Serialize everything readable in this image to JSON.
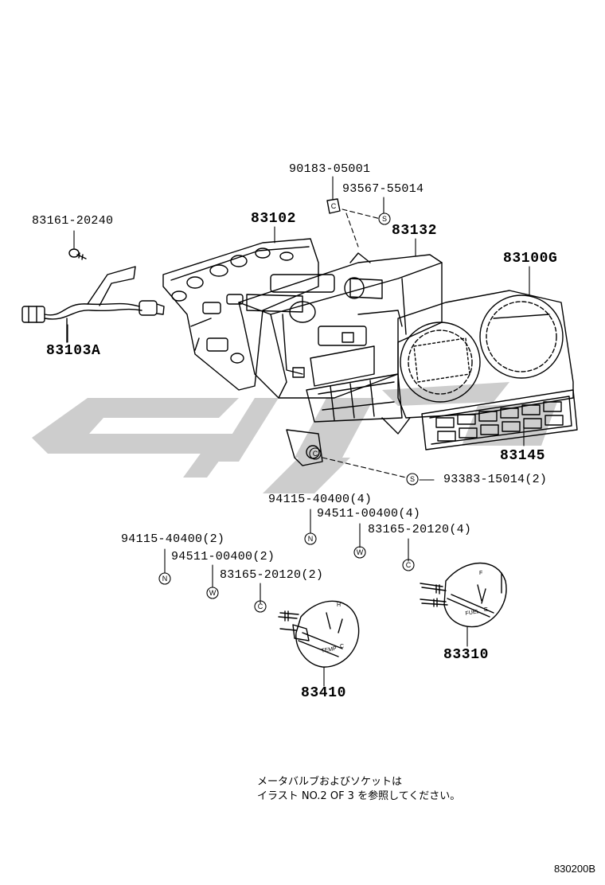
{
  "labels": {
    "p90183_05001": "90183-05001",
    "p93567_55014": "93567-55014",
    "p83161_20240": "83161-20240",
    "p83102": "83102",
    "p83132": "83132",
    "p83100g": "83100G",
    "p83103a": "83103A",
    "p83145": "83145",
    "p93383_15014": "93383-15014(2)",
    "p94115_4": "94115-40400(4)",
    "p94511_4": "94511-00400(4)",
    "p83165_4": "83165-20120(4)",
    "p94115_2": "94115-40400(2)",
    "p94511_2": "94511-00400(2)",
    "p83165_2": "83165-20120(2)",
    "p83310": "83310",
    "p83410": "83410"
  },
  "symbols": {
    "s": "S",
    "c": "C",
    "n": "N",
    "w": "W"
  },
  "gauge_marks": {
    "fuel_text": "FUEL",
    "fuel_f": "F",
    "fuel_e": "E",
    "temp_text": "TEMP",
    "temp_h": "H",
    "temp_c": "C"
  },
  "note": {
    "line1": "メータバルブおよびソケットは",
    "line2": "イラスト NO.2 OF 3 を参照してください。"
  },
  "figure_code": "830200B",
  "watermark_color": "#c8c8c8"
}
